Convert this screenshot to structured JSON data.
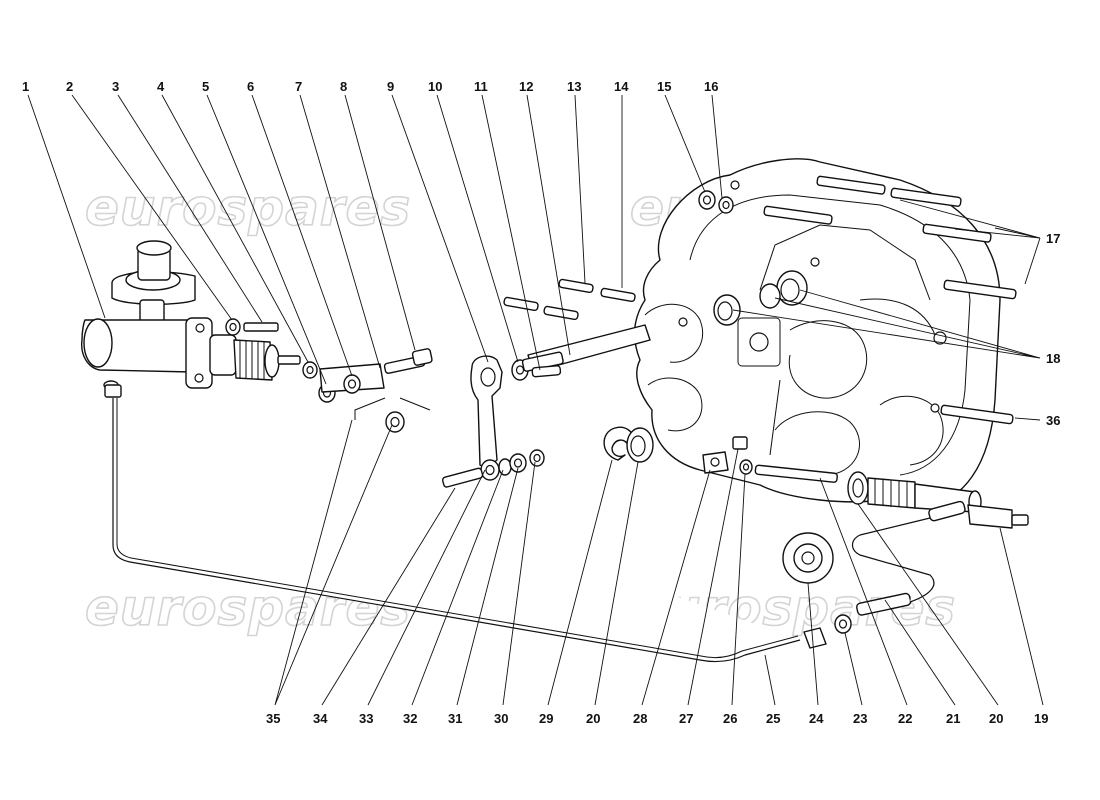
{
  "watermark": "eurospares",
  "callouts_top": [
    "1",
    "2",
    "3",
    "4",
    "5",
    "6",
    "7",
    "8",
    "9",
    "10",
    "11",
    "12",
    "13",
    "14",
    "15",
    "16"
  ],
  "callouts_bottom": [
    "35",
    "34",
    "33",
    "32",
    "31",
    "30",
    "29",
    "20",
    "28",
    "27",
    "26",
    "25",
    "24",
    "23",
    "22",
    "21",
    "20",
    "19"
  ],
  "callouts_right": [
    "17",
    "18",
    "36"
  ],
  "colors": {
    "line": "#111111",
    "watermark": "#d4d4d4",
    "background": "#ffffff"
  }
}
